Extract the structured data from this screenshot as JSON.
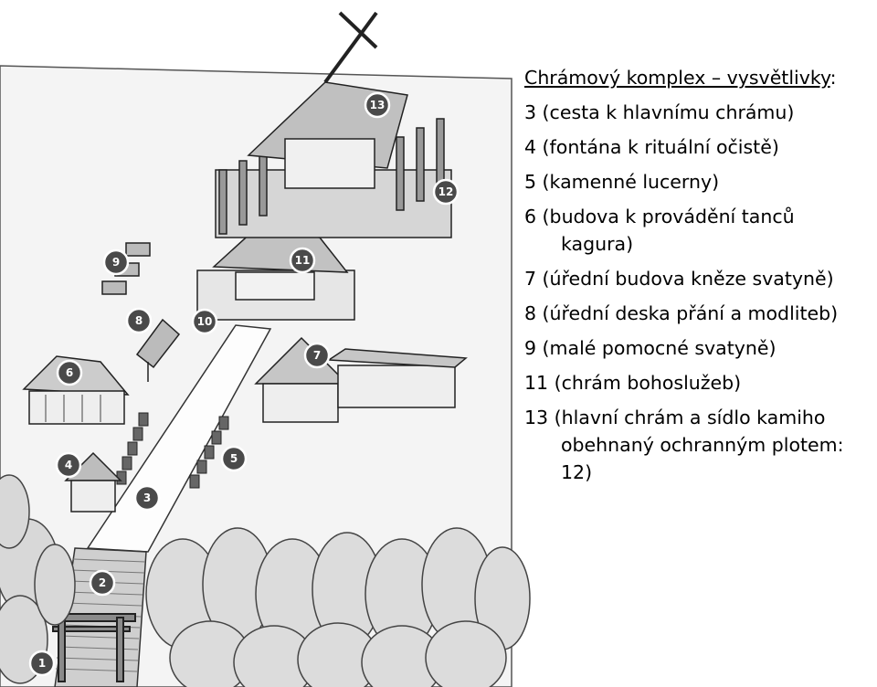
{
  "legend": {
    "title": "Chrámový komplex – vysvětlivky",
    "title_colon": ":",
    "items": [
      {
        "text": "3 (cesta k hlavnímu chrámu)"
      },
      {
        "text": "4 (fontána k rituální očistě)"
      },
      {
        "text": "5 (kamenné lucerny)"
      },
      {
        "line1": "6 (budova k provádění tanců",
        "line2": "kagura)"
      },
      {
        "text": "7 (úřední budova kněze svatyně)"
      },
      {
        "text": "8 (úřední deska přání a modliteb)"
      },
      {
        "text": "9 (malé pomocné svatyně)"
      },
      {
        "text": "11 (chrám bohoslužeb)"
      },
      {
        "line1": "13 (hlavní chrám a sídlo kamiho",
        "line2": "obehnaný ochranným plotem:",
        "line3": "12)"
      }
    ]
  },
  "markers": [
    "1",
    "2",
    "3",
    "4",
    "5",
    "6",
    "7",
    "8",
    "9",
    "10",
    "11",
    "12",
    "13"
  ]
}
